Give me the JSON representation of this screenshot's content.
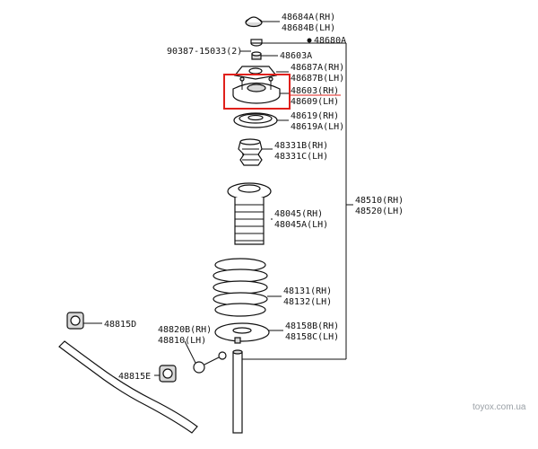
{
  "colors": {
    "highlight_box": "#e0201b",
    "highlight_underline": "#e0201b",
    "line": "#111111",
    "watermark": "#9aa0a6"
  },
  "labels": {
    "p48684a": "48684A(RH)",
    "p48684b": "48684B(LH)",
    "p48680a": "48680A",
    "p90387": "90387-15033(2)",
    "p48603a": "48603A",
    "p48687a": "48687A(RH)",
    "p48687b": "48687B(LH)",
    "p48603": "48603(RH)",
    "p48609": "48609(LH)",
    "p48619": "48619(RH)",
    "p48619a": "48619A(LH)",
    "p48331b": "48331B(RH)",
    "p48331c": "48331C(LH)",
    "p48510": "48510(RH)",
    "p48520": "48520(LH)",
    "p48045": "48045(RH)",
    "p48045a": "48045A(LH)",
    "p48131": "48131(RH)",
    "p48132": "48132(LH)",
    "p48815d": "48815D",
    "p48820b": "48820B(RH)",
    "p48810": "48810(LH)",
    "p48158b": "48158B(RH)",
    "p48158c": "48158C(LH)",
    "p48815e": "48815E"
  },
  "highlighted_part": "48603(RH)",
  "watermark": "toyox.com.ua"
}
